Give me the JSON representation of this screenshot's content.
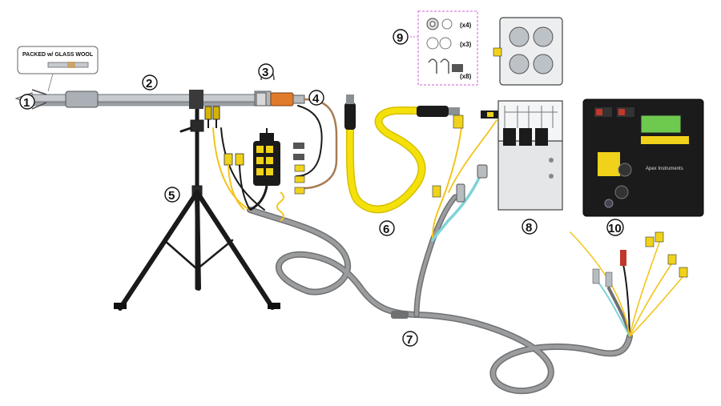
{
  "probe_note": "PACKED w/ GLASS WOOL",
  "callouts": {
    "c1": "1",
    "c2": "2",
    "c3": "3",
    "c4": "4",
    "c5": "5",
    "c6": "6",
    "c7": "7",
    "c8": "8",
    "c9": "9",
    "c10": "10"
  },
  "hardware_qty": {
    "washers": "(x4)",
    "rings": "(x3)",
    "clips": "(x8)"
  },
  "console": {
    "brand": "Apex Instruments"
  },
  "colors": {
    "umbilical": "#8a8c8e",
    "sample_line": "#f5e10a",
    "tc_wire": "#f3c51c",
    "tc_connector": "#f0d21a",
    "water_line": "#7fd3d8",
    "frame": "#222222",
    "probe_body": "#b9bdc1",
    "console_face": "#1b1b1b",
    "display": "#6ec94f",
    "callout_box": "#d05fd0"
  }
}
